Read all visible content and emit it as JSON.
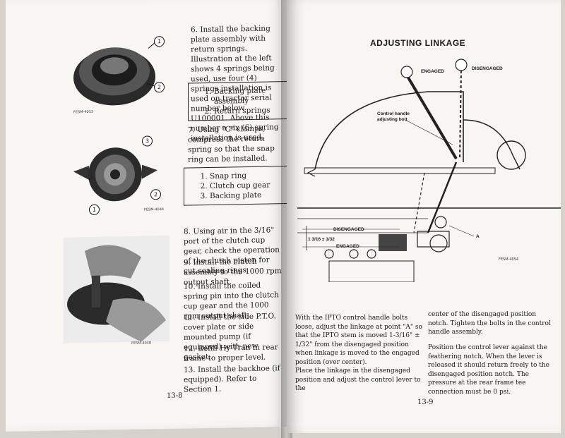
{
  "left_page": {
    "steps": [
      {
        "text": "6. Install the backing plate assembly with return springs. Illustration at the left shows 4 springs being used, use four (4) springs installation is used on tractor serial number below U100001. Above this number a six (6) spring installation is used."
      },
      {
        "text": "7. Using \"C\" clamps, compress the return spring so that the snap ring can be installed."
      },
      {
        "text": "8. Using air in the 3/16\" port of the clutch cup gear, check the operation of the clutch piston for cut sealing rings."
      },
      {
        "text": "9. Install the clutch assembly to the 1000 rpm output shaft."
      },
      {
        "text": "10. Install the coiled spring pin into the clutch cup gear and the 1000 rpm output shaft."
      },
      {
        "text": "11. Install the side P.T.O. cover plate or side mounted pump (if equipped) with new gasket."
      },
      {
        "text": "12. Refill Hy-Tran in rear frame to proper level."
      },
      {
        "text": "13. Install the backhoe (if equipped). Refer to Section 1."
      }
    ],
    "box1": [
      "Backing plate assembly",
      "Return springs"
    ],
    "box2": [
      "Snap ring",
      "Clutch cup gear",
      "Backing plate"
    ],
    "fig_labels": [
      "FESM-4053",
      "FESM-4044",
      "FESM-4048"
    ],
    "callouts_fig1": [
      "1",
      "2"
    ],
    "callouts_fig2": [
      "3",
      "2",
      "1"
    ],
    "page_number": "13-8"
  },
  "right_page": {
    "title": "ADJUSTING LINKAGE",
    "labels": {
      "engaged_top": "ENGAGED",
      "disengaged_top": "DISENGAGED",
      "control_bolt": "Control handle adjusting bolt",
      "disengaged_left": "DISENGAGED",
      "engaged_left": "ENGAGED",
      "measure": "1 3/16 ± 1/32",
      "point_a": "A",
      "fig": "FESM-4054"
    },
    "col1": [
      "With the IPTO control handle bolts loose, adjust the linkage at point \"A\" so that the IPTO stem is moved 1-3/16\" ± 1/32\" from the disengaged position when linkage is moved to the engaged position (over center).",
      "Place the linkage in the disengaged position and adjust the control lever to the"
    ],
    "col2": [
      "center of the disengaged position notch. Tighten the bolts in the control handle assembly.",
      "Position the control lever against the feathering notch. When the lever is released it should return freely to the disengaged position notch. The pressure at the rear frame tee connection must be 0 psi."
    ],
    "page_number": "13-9"
  }
}
